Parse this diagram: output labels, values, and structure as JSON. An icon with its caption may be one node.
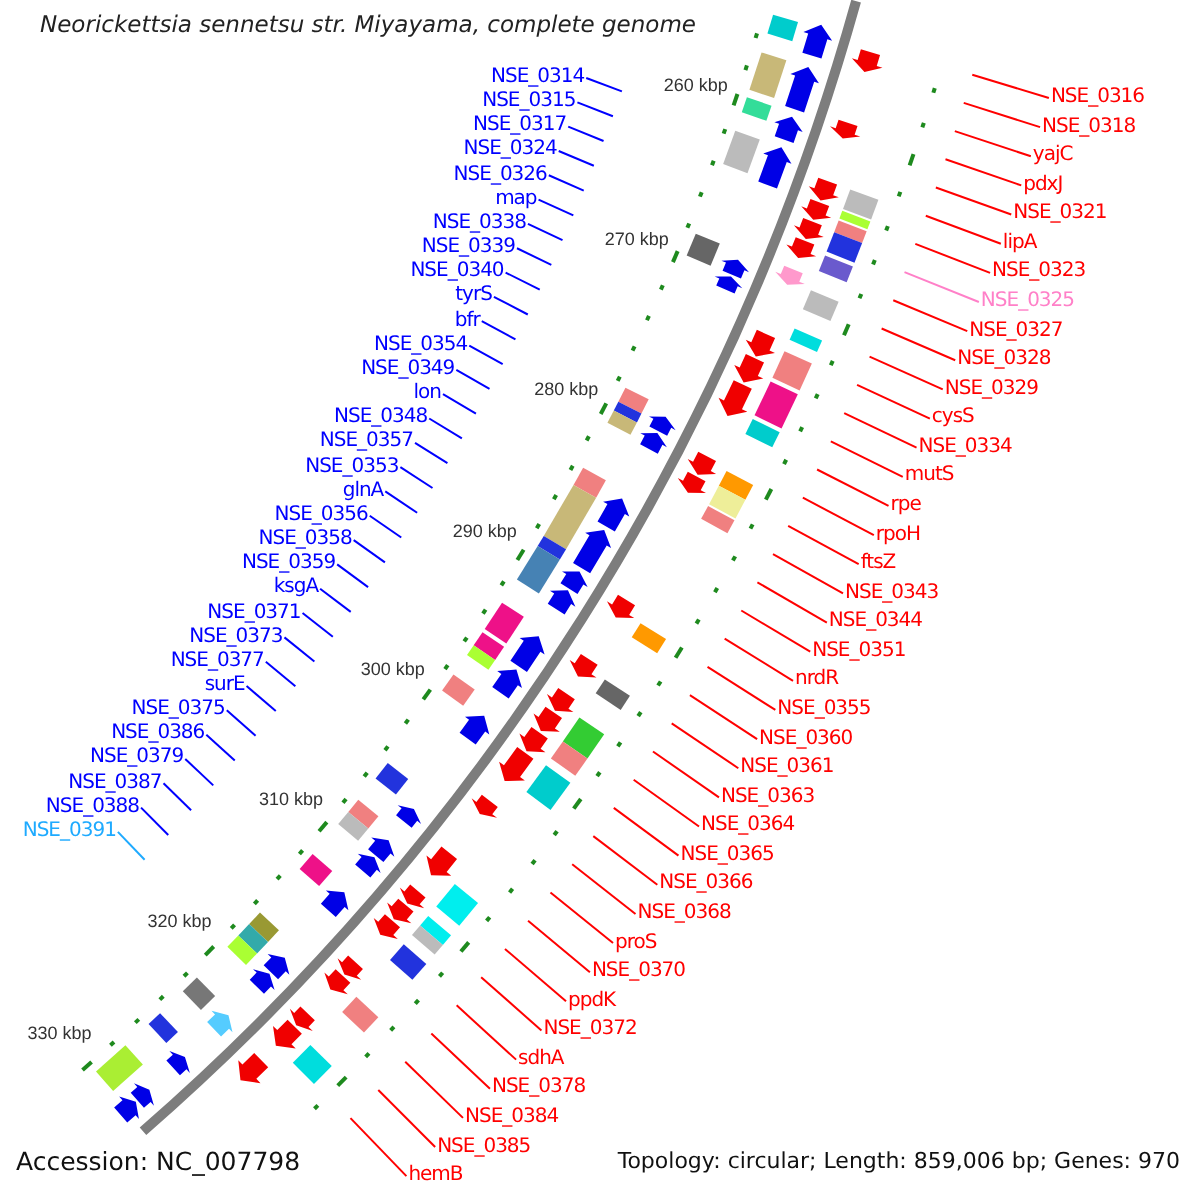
{
  "diagram": {
    "title": "Neorickettsia sennetsu str. Miyayama, complete genome",
    "nodes": [
      {
        "text": [
          "NSE_0314"
        ]
      },
      {
        "text": [
          "NSE_0315"
        ]
      },
      {
        "text": [
          "NSE_0317"
        ]
      },
      {
        "text": [
          "NSE_0324"
        ]
      },
      {
        "text": [
          "NSE_0326"
        ]
      },
      {
        "text": [
          "map"
        ]
      },
      {
        "text": [
          "NSE_0338"
        ]
      },
      {
        "text": [
          "NSE_0339"
        ]
      },
      {
        "text": [
          "NSE_0340"
        ]
      },
      {
        "text": [
          "tyrS"
        ]
      },
      {
        "text": [
          "bfr"
        ]
      },
      {
        "text": [
          "NSE_0354"
        ]
      },
      {
        "text": [
          "NSE_0349"
        ]
      },
      {
        "text": [
          "lon"
        ]
      },
      {
        "text": [
          "NSE_0348"
        ]
      },
      {
        "text": [
          "NSE_0357"
        ]
      },
      {
        "text": [
          "NSE_0353"
        ]
      },
      {
        "text": [
          "glnA"
        ]
      },
      {
        "text": [
          "NSE_0356"
        ]
      },
      {
        "text": [
          "NSE_0358"
        ]
      },
      {
        "text": [
          "NSE_0359"
        ]
      },
      {
        "text": [
          "ksgA"
        ]
      },
      {
        "text": [
          "NSE_0371"
        ]
      },
      {
        "text": [
          "NSE_0373"
        ]
      },
      {
        "text": [
          "NSE_0377"
        ]
      },
      {
        "text": [
          "surE"
        ]
      },
      {
        "text": [
          "NSE_0375"
        ]
      },
      {
        "text": [
          "NSE_0386"
        ]
      },
      {
        "text": [
          "NSE_0379"
        ]
      },
      {
        "text": [
          "NSE_0387"
        ]
      },
      {
        "text": [
          "NSE_0388"
        ]
      },
      {
        "text": [
          "NSE_0391"
        ]
      },
      {
        "text": [
          "NSE_0316"
        ]
      },
      {
        "text": [
          "NSE_0318"
        ]
      },
      {
        "text": [
          "yajC"
        ]
      },
      {
        "text": [
          "pdxJ"
        ]
      },
      {
        "text": [
          "NSE_0321"
        ]
      },
      {
        "text": [
          "lipA"
        ]
      },
      {
        "text": [
          "NSE_0323"
        ]
      },
      {
        "text": [
          "NSE_0325"
        ]
      },
      {
        "text": [
          "NSE_0327"
        ]
      },
      {
        "text": [
          "NSE_0328"
        ]
      },
      {
        "text": [
          "NSE_0329"
        ]
      },
      {
        "text": [
          "cysS"
        ]
      },
      {
        "text": [
          "NSE_0334"
        ]
      },
      {
        "text": [
          "mutS"
        ]
      },
      {
        "text": [
          "rpe"
        ]
      },
      {
        "text": [
          "rpoH"
        ]
      },
      {
        "text": [
          "ftsZ"
        ]
      },
      {
        "text": [
          "NSE_0343"
        ]
      },
      {
        "text": [
          "NSE_0344"
        ]
      },
      {
        "text": [
          "NSE_0351"
        ]
      },
      {
        "text": [
          "nrdR"
        ]
      },
      {
        "text": [
          "NSE_0355"
        ]
      },
      {
        "text": [
          "NSE_0360"
        ]
      },
      {
        "text": [
          "NSE_0361"
        ]
      },
      {
        "text": [
          "NSE_0363"
        ]
      },
      {
        "text": [
          "NSE_0364"
        ]
      },
      {
        "text": [
          "NSE_0365"
        ]
      },
      {
        "text": [
          "NSE_0366"
        ]
      },
      {
        "text": [
          "NSE_0368"
        ]
      },
      {
        "text": [
          "proS"
        ]
      },
      {
        "text": [
          "NSE_0370"
        ]
      },
      {
        "text": [
          "ppdK"
        ]
      },
      {
        "text": [
          "NSE_0372"
        ]
      },
      {
        "text": [
          "sdhA"
        ]
      },
      {
        "text": [
          "NSE_0378"
        ]
      },
      {
        "text": [
          "NSE_0384"
        ]
      },
      {
        "text": [
          "NSE_0385"
        ]
      },
      {
        "text": [
          "hemB"
        ]
      }
    ],
    "edges": [
      {
        "from": 0,
        "to": null,
        "arrow": "none",
        "color": "#0000ff"
      },
      {
        "from": 1,
        "to": null,
        "arrow": "none",
        "color": "#0000ff"
      },
      {
        "from": 2,
        "to": null,
        "arrow": "none",
        "color": "#0000ff"
      },
      {
        "from": 3,
        "to": null,
        "arrow": "none",
        "color": "#0000ff"
      },
      {
        "from": 4,
        "to": null,
        "arrow": "none",
        "color": "#0000ff"
      },
      {
        "from": 5,
        "to": null,
        "arrow": "none",
        "color": "#0000ff"
      },
      {
        "from": 6,
        "to": null,
        "arrow": "none",
        "color": "#0000ff"
      },
      {
        "from": 7,
        "to": null,
        "arrow": "none",
        "color": "#0000ff"
      },
      {
        "from": 8,
        "to": null,
        "arrow": "none",
        "color": "#0000ff"
      },
      {
        "from": 9,
        "to": null,
        "arrow": "none",
        "color": "#0000ff"
      },
      {
        "from": 10,
        "to": null,
        "arrow": "none",
        "color": "#0000ff"
      },
      {
        "from": 11,
        "to": null,
        "arrow": "none",
        "color": "#0000ff"
      },
      {
        "from": 12,
        "to": null,
        "arrow": "none",
        "color": "#0000ff"
      },
      {
        "from": 13,
        "to": null,
        "arrow": "none",
        "color": "#0000ff"
      },
      {
        "from": 14,
        "to": null,
        "arrow": "none",
        "color": "#0000ff"
      },
      {
        "from": 15,
        "to": null,
        "arrow": "none",
        "color": "#0000ff"
      },
      {
        "from": 16,
        "to": null,
        "arrow": "none",
        "color": "#0000ff"
      },
      {
        "from": 17,
        "to": null,
        "arrow": "none",
        "color": "#0000ff"
      },
      {
        "from": 18,
        "to": null,
        "arrow": "none",
        "color": "#0000ff"
      },
      {
        "from": 19,
        "to": null,
        "arrow": "none",
        "color": "#0000ff"
      },
      {
        "from": 20,
        "to": null,
        "arrow": "none",
        "color": "#0000ff"
      },
      {
        "from": 21,
        "to": null,
        "arrow": "none",
        "color": "#0000ff"
      },
      {
        "from": 22,
        "to": null,
        "arrow": "none",
        "color": "#0000ff"
      },
      {
        "from": 23,
        "to": null,
        "arrow": "none",
        "color": "#0000ff"
      },
      {
        "from": 24,
        "to": null,
        "arrow": "none",
        "color": "#0000ff"
      },
      {
        "from": 25,
        "to": null,
        "arrow": "none",
        "color": "#0000ff"
      },
      {
        "from": 26,
        "to": null,
        "arrow": "none",
        "color": "#0000ff"
      },
      {
        "from": 27,
        "to": null,
        "arrow": "none",
        "color": "#0000ff"
      },
      {
        "from": 28,
        "to": null,
        "arrow": "none",
        "color": "#0000ff"
      },
      {
        "from": 29,
        "to": null,
        "arrow": "none",
        "color": "#0000ff"
      },
      {
        "from": 30,
        "to": null,
        "arrow": "none",
        "color": "#0000ff"
      },
      {
        "from": 31,
        "to": null,
        "arrow": "none",
        "color": "#1eaaff"
      },
      {
        "from": 32,
        "to": null,
        "arrow": "none"
      },
      {
        "from": 33,
        "to": null,
        "arrow": "none"
      },
      {
        "from": 34,
        "to": null,
        "arrow": "none"
      },
      {
        "from": 35,
        "to": null,
        "arrow": "none"
      },
      {
        "from": 36,
        "to": null,
        "arrow": "none"
      },
      {
        "from": 37,
        "to": null,
        "arrow": "none"
      },
      {
        "from": 38,
        "to": null,
        "arrow": "none"
      },
      {
        "from": 39,
        "to": null,
        "arrow": "none",
        "color": "#ff80c8"
      },
      {
        "from": 40,
        "to": null,
        "arrow": "none"
      },
      {
        "from": 41,
        "to": null,
        "arrow": "none"
      },
      {
        "from": 42,
        "to": null,
        "arrow": "none"
      },
      {
        "from": 43,
        "to": null,
        "arrow": "none"
      },
      {
        "from": 44,
        "to": null,
        "arrow": "none"
      },
      {
        "from": 45,
        "to": null,
        "arrow": "none"
      },
      {
        "from": 46,
        "to": null,
        "arrow": "none"
      },
      {
        "from": 47,
        "to": null,
        "arrow": "none"
      },
      {
        "from": 48,
        "to": null,
        "arrow": "none"
      },
      {
        "from": 49,
        "to": null,
        "arrow": "none"
      },
      {
        "from": 50,
        "to": null,
        "arrow": "none"
      },
      {
        "from": 51,
        "to": null,
        "arrow": "none"
      },
      {
        "from": 52,
        "to": null,
        "arrow": "none"
      },
      {
        "from": 53,
        "to": null,
        "arrow": "none"
      },
      {
        "from": 54,
        "to": null,
        "arrow": "none"
      },
      {
        "from": 55,
        "to": null,
        "arrow": "none"
      },
      {
        "from": 56,
        "to": null,
        "arrow": "none"
      },
      {
        "from": 57,
        "to": null,
        "arrow": "none"
      },
      {
        "from": 58,
        "to": null,
        "arrow": "none"
      },
      {
        "from": 59,
        "to": null,
        "arrow": "none"
      },
      {
        "from": 60,
        "to": null,
        "arrow": "none"
      },
      {
        "from": 61,
        "to": null,
        "arrow": "none"
      },
      {
        "from": 62,
        "to": null,
        "arrow": "none"
      },
      {
        "from": 63,
        "to": null,
        "arrow": "none"
      },
      {
        "from": 64,
        "to": null,
        "arrow": "none"
      },
      {
        "from": 65,
        "to": null,
        "arrow": "none"
      },
      {
        "from": 66,
        "to": null,
        "arrow": "none"
      },
      {
        "from": 67,
        "to": null,
        "arrow": "none"
      },
      {
        "from": 68,
        "to": null,
        "arrow": "none"
      },
      {
        "from": 69,
        "to": null,
        "arrow": "none"
      }
    ],
    "labels": [
      "260 kbp",
      "270 kbp",
      "280 kbp",
      "290 kbp",
      "300 kbp",
      "310 kbp",
      "320 kbp",
      "330 kbp",
      "Accession: NC_007798",
      "Topology: circular; Length: 859,006 bp; Genes: 970"
    ]
  }
}
